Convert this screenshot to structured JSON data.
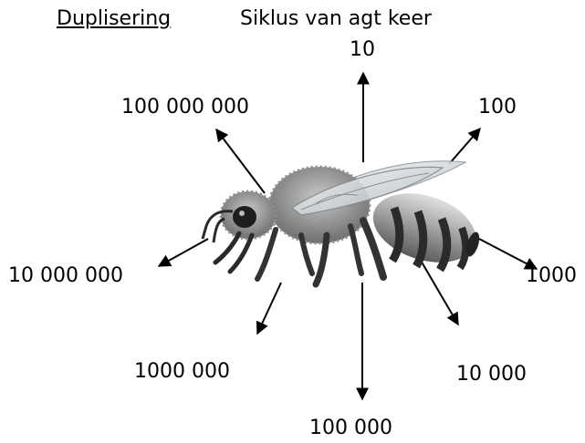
{
  "header": {
    "left": "Duplisering",
    "right": "Siklus van agt keer"
  },
  "cycle": [
    {
      "label": "10",
      "direction": "up"
    },
    {
      "label": "100",
      "direction": "up-right"
    },
    {
      "label": "1000",
      "direction": "right"
    },
    {
      "label": "10 000",
      "direction": "down-right"
    },
    {
      "label": "100 000",
      "direction": "down"
    },
    {
      "label": "1000 000",
      "direction": "down-left"
    },
    {
      "label": "10 000 000",
      "direction": "left"
    },
    {
      "label": "100 000 000",
      "direction": "up-left"
    }
  ],
  "colors": {
    "ink": "#000000",
    "bee_body": "#3a3a3a",
    "bee_hair": "#9a9a9a",
    "wing": "#d9dde0",
    "abdomen_band": "#2b2b2b",
    "abdomen_light": "#bdbdbd"
  }
}
